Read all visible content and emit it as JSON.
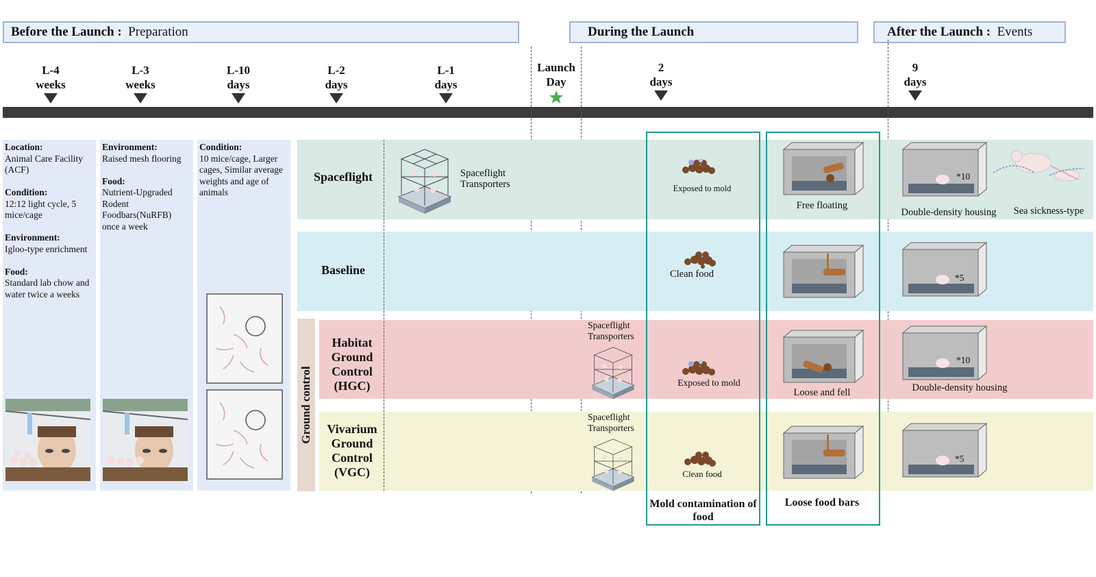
{
  "phases": {
    "before": {
      "title": "Before the Launch :",
      "sub": "Preparation"
    },
    "during": {
      "title": "During the Launch"
    },
    "after": {
      "title": "After the Launch :",
      "sub": "Events"
    }
  },
  "timeline": [
    {
      "l1": "L-4",
      "l2": "weeks"
    },
    {
      "l1": "L-3",
      "l2": "weeks"
    },
    {
      "l1": "L-10",
      "l2": "days"
    },
    {
      "l1": "L-2",
      "l2": "days"
    },
    {
      "l1": "L-1",
      "l2": "days"
    },
    {
      "l1": "Launch",
      "l2": "Day"
    },
    {
      "l1": "2",
      "l2": "days"
    },
    {
      "l1": "9",
      "l2": "days"
    }
  ],
  "col1": {
    "location_h": "Location:",
    "location": "Animal Care Facility (ACF)",
    "condition_h": "Condition:",
    "condition": "12:12 light cycle, 5 mice/cage",
    "environment_h": "Environment:",
    "environment": "Igloo-type  enrichment",
    "food_h": "Food:",
    "food": "Standard lab chow and water twice a weeks"
  },
  "col2": {
    "environment_h": "Environment:",
    "environment": "Raised mesh flooring",
    "food_h": "Food:",
    "food": "Nutrient-Upgraded Rodent Foodbars(NuRFB) once a week"
  },
  "col3": {
    "condition_h": "Condition:",
    "condition": "10 mice/cage, Larger cages, Similar average weights and age of animals"
  },
  "rows": {
    "spaceflight": "Spaceflight",
    "baseline": "Baseline",
    "hgc": "Habitat Ground Control (HGC)",
    "vgc": "Vivarium Ground Control (VGC)",
    "ground_control": "Ground control"
  },
  "captions": {
    "transporters": "Spaceflight Transporters",
    "exposed_mold": "Exposed to mold",
    "clean_food": "Clean food",
    "free_floating": "Free floating",
    "loose_fell": "Loose and fell",
    "double_density": "Double-density housing",
    "sea_sickness": "Sea sickness-type",
    "x10": "*10",
    "x5": "*5",
    "mold_box": "Mold contamination of food",
    "loose_box": "Loose food bars"
  },
  "colors": {
    "spaceflight_band": "#d9e9e4",
    "baseline_band": "#d6eef3",
    "hgc_band": "#f2cccc",
    "vgc_band": "#f4f3d6",
    "teal": "#1f9a96",
    "star": "#4caf50"
  }
}
